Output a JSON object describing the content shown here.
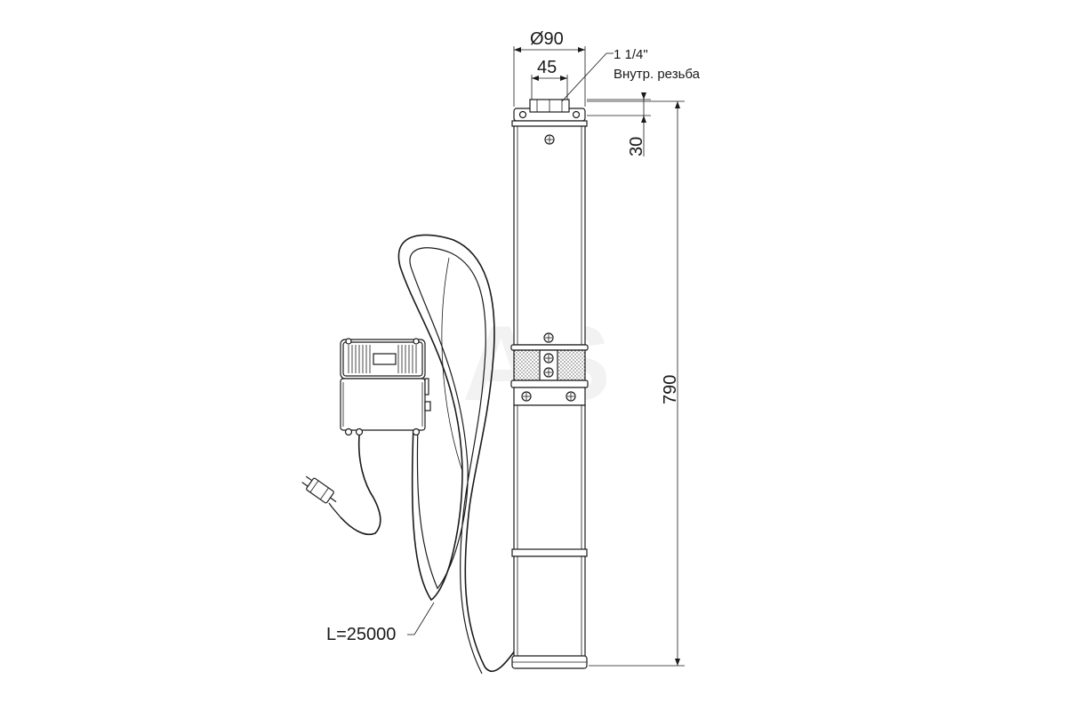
{
  "dimensions": {
    "diameter": "Ø90",
    "inner_width": "45",
    "thread_size": "1 1/4\"",
    "thread_type": "Внутр. резьба",
    "top_height": "30",
    "total_height": "790",
    "cable_length": "L=25000"
  },
  "watermark": "AS",
  "colors": {
    "line": "#1a1a1a",
    "background": "#ffffff",
    "watermark": "#f2f2f2"
  }
}
